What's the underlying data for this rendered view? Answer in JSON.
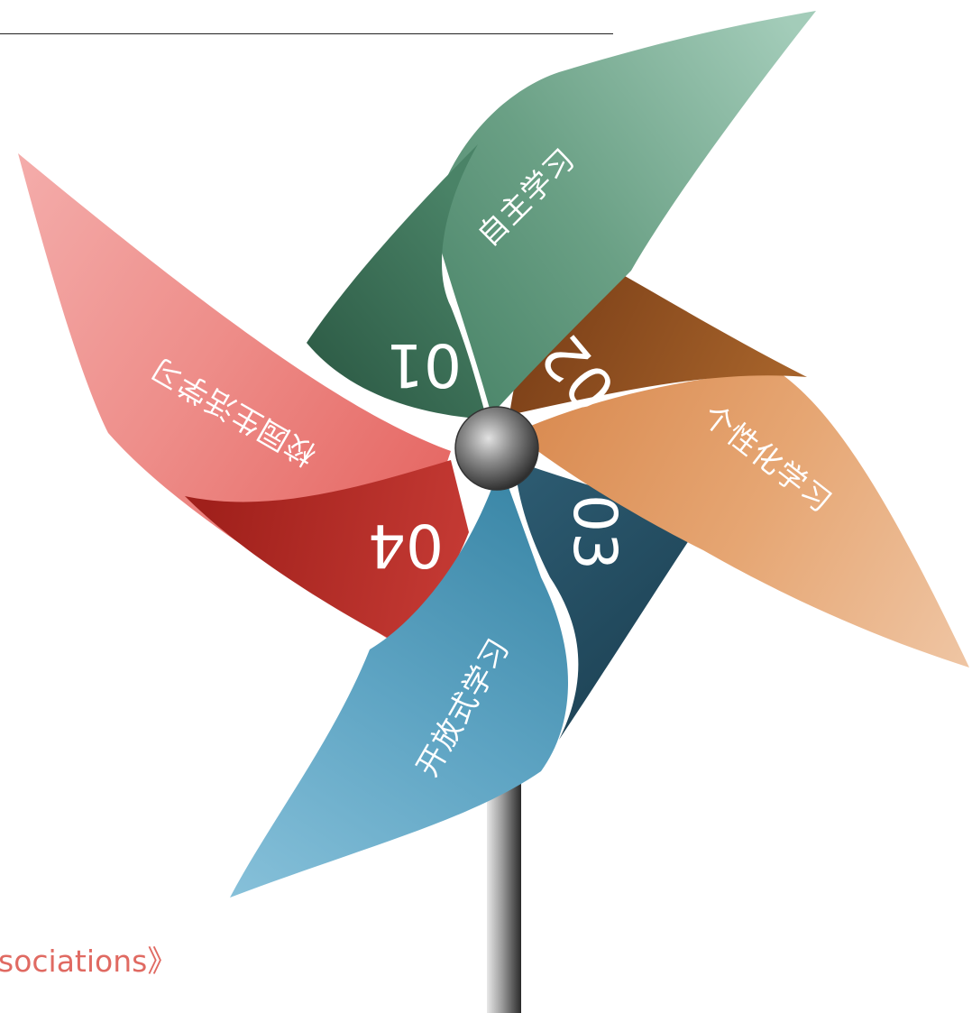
{
  "blades": [
    {
      "number": "01",
      "label": "自主学习",
      "color_light": "#98c6b1",
      "color_dark": "#356b52"
    },
    {
      "number": "02",
      "label": "个性化学习",
      "color_light": "#e9bd95",
      "color_dark": "#85461b"
    },
    {
      "number": "03",
      "label": "开放式学习",
      "color_light": "#7ab8d2",
      "color_dark": "#23475a"
    },
    {
      "number": "04",
      "label": "校园生活学习",
      "color_light": "#f2a8a6",
      "color_dark": "#8e1a15"
    }
  ],
  "caption": "sociations》",
  "caption_color": "#e06a62",
  "text_color": "#ffffff"
}
